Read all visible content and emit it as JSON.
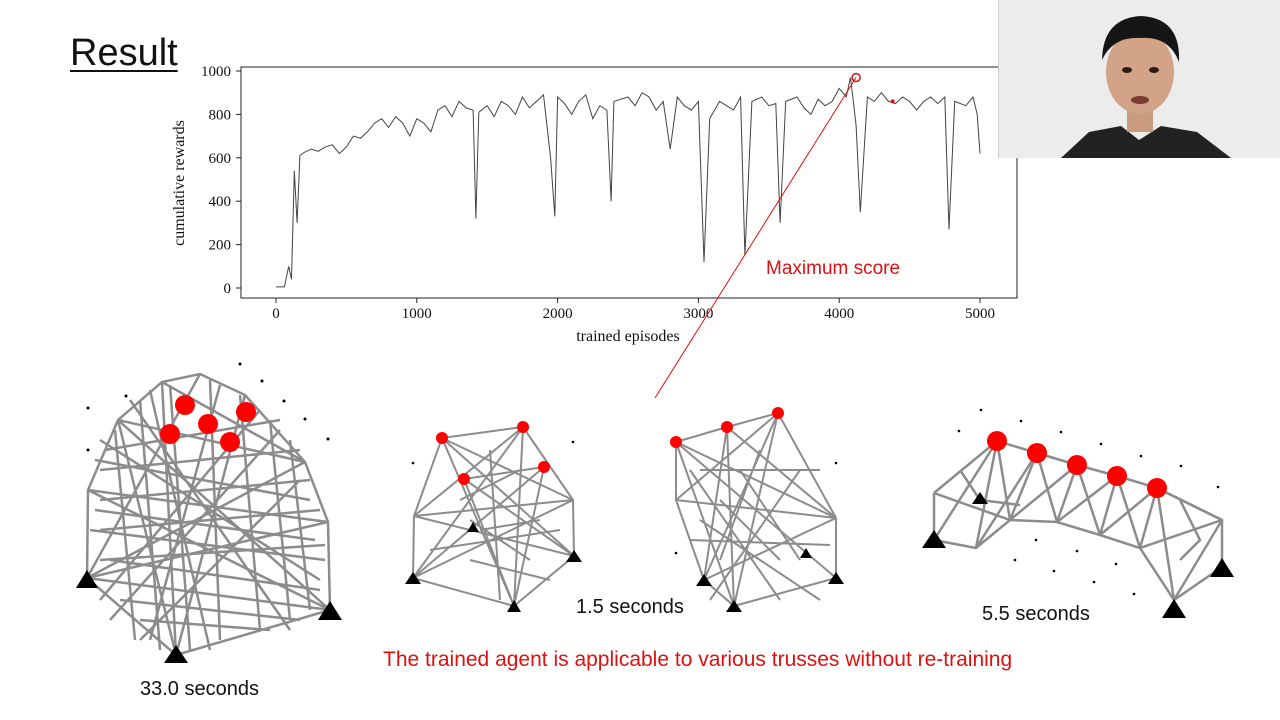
{
  "slide": {
    "title": "Result",
    "annotation": "Maximum score",
    "conclusion": "The trained agent is applicable to various trusses without re-training"
  },
  "examples": [
    {
      "time_label": "33.0 seconds"
    },
    {
      "time_label": "1.5 seconds"
    },
    {
      "time_label": "5.5 seconds"
    }
  ],
  "colors": {
    "line": "#444444",
    "marker": "#e01010",
    "truss": "#8c8c8c",
    "node": "#ff0000",
    "support": "#000000"
  },
  "icons": [
    "webcam-speaker",
    "truss-support-triangle",
    "truss-node-dot"
  ],
  "chart_data": {
    "type": "line",
    "title": "",
    "xlabel": "trained episodes",
    "ylabel": "cumulative rewards",
    "xlim": [
      0,
      5000
    ],
    "ylim": [
      0,
      1000
    ],
    "xticks": [
      0,
      1000,
      2000,
      3000,
      4000,
      5000
    ],
    "yticks": [
      0,
      200,
      400,
      600,
      800,
      1000
    ],
    "series": [
      {
        "x": [
          0,
          60,
          90,
          110,
          130,
          150,
          170,
          200,
          250,
          300,
          350,
          400,
          450,
          500,
          550,
          600,
          650,
          700,
          750,
          800,
          850,
          900,
          950,
          1000,
          1050,
          1100,
          1150,
          1200,
          1250,
          1300,
          1350,
          1400,
          1420,
          1440,
          1500,
          1550,
          1600,
          1650,
          1700,
          1750,
          1800,
          1850,
          1900,
          1950,
          1980,
          2000,
          2050,
          2100,
          2150,
          2200,
          2250,
          2300,
          2350,
          2380,
          2400,
          2450,
          2500,
          2550,
          2600,
          2650,
          2700,
          2750,
          2800,
          2850,
          2900,
          2950,
          3000,
          3040,
          3080,
          3150,
          3200,
          3250,
          3300,
          3330,
          3380,
          3450,
          3500,
          3550,
          3580,
          3620,
          3700,
          3750,
          3800,
          3850,
          3900,
          3950,
          4000,
          4050,
          4080,
          4120,
          4150,
          4200,
          4250,
          4300,
          4350,
          4400,
          4450,
          4500,
          4550,
          4600,
          4650,
          4700,
          4750,
          4780,
          4820,
          4900,
          4950,
          4980,
          5000
        ],
        "y": [
          5,
          5,
          100,
          40,
          540,
          300,
          610,
          625,
          640,
          630,
          650,
          660,
          620,
          650,
          700,
          690,
          720,
          760,
          780,
          740,
          790,
          760,
          700,
          780,
          760,
          720,
          820,
          840,
          790,
          860,
          830,
          820,
          320,
          810,
          840,
          790,
          860,
          840,
          800,
          880,
          830,
          860,
          890,
          600,
          330,
          880,
          850,
          800,
          860,
          890,
          780,
          840,
          820,
          400,
          860,
          870,
          880,
          840,
          900,
          880,
          820,
          860,
          640,
          880,
          840,
          820,
          860,
          120,
          780,
          860,
          840,
          820,
          880,
          150,
          860,
          880,
          840,
          850,
          300,
          860,
          880,
          830,
          800,
          870,
          840,
          860,
          920,
          880,
          970,
          750,
          350,
          880,
          860,
          900,
          860,
          850,
          880,
          860,
          820,
          860,
          880,
          850,
          880,
          270,
          860,
          840,
          880,
          800,
          620
        ]
      }
    ],
    "max_point": {
      "x": 4120,
      "y": 970
    },
    "secondary_point": {
      "x": 4380,
      "y": 860
    }
  }
}
